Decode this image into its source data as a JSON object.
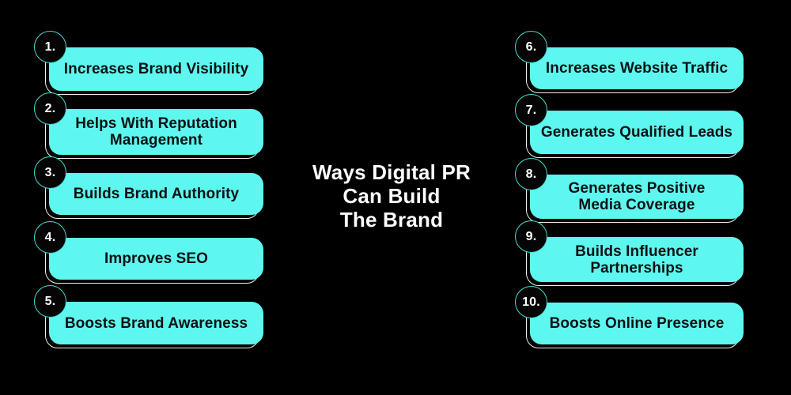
{
  "title": {
    "lines": [
      "Ways Digital PR",
      "Can Build",
      "The Brand"
    ]
  },
  "items": [
    {
      "number": "1.",
      "label": "Increases Brand Visibility"
    },
    {
      "number": "2.",
      "label": "Helps With Reputation\nManagement"
    },
    {
      "number": "3.",
      "label": "Builds Brand Authority"
    },
    {
      "number": "4.",
      "label": "Improves SEO"
    },
    {
      "number": "5.",
      "label": "Boosts Brand Awareness"
    },
    {
      "number": "6.",
      "label": "Increases Website Traffic"
    },
    {
      "number": "7.",
      "label": "Generates Qualified Leads"
    },
    {
      "number": "8.",
      "label": "Generates Positive\nMedia Coverage"
    },
    {
      "number": "9.",
      "label": "Builds Influencer\nPartnerships"
    },
    {
      "number": "10.",
      "label": "Boosts Online Presence"
    }
  ],
  "colors": {
    "background": "#000000",
    "card_fill": "#5EF7EF",
    "card_text": "#0D1113",
    "card_outline": "#EFEFEF",
    "badge_fill": "#050505",
    "badge_ring": "#46D9D2",
    "badge_text": "#FFFFFF",
    "title_text": "#FFFFFF"
  }
}
